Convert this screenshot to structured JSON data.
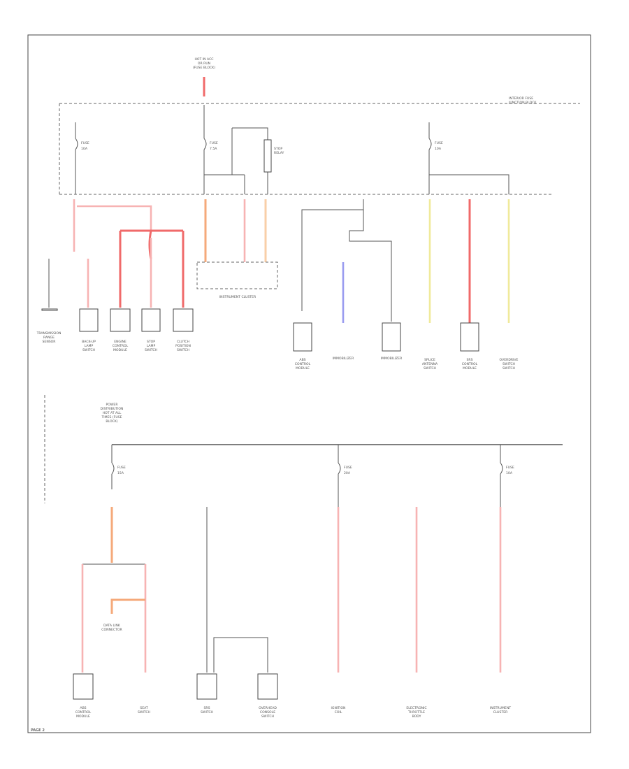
{
  "hot_splice_text": [
    "HOT IN ACC",
    "OR RUN",
    "(FUSE BLOCK)",
    "INTERIOR FUSE",
    "JUNCTION BLOCK"
  ],
  "fuse_top_left": [
    "FUSE",
    "10A"
  ],
  "fuse_top_mid": [
    "FUSE",
    "7.5A"
  ],
  "fuse_top_right": [
    "FUSE",
    "10A"
  ],
  "fuse_lower_left": [
    "FUSE",
    "15A"
  ],
  "fuse_lower_mid": [
    "FUSE",
    "20A"
  ],
  "fuse_lower_right": [
    "FUSE",
    "10A"
  ],
  "relay_text": [
    "STOP",
    "RELAY"
  ],
  "top_components": [
    [
      "TRANSMISSION",
      "RANGE",
      "SENSOR"
    ],
    [
      "BACK-UP",
      "LAMP",
      "SWITCH"
    ],
    [
      "ENGINE",
      "CONTROL",
      "MODULE"
    ],
    [
      "STOP",
      "LAMP",
      "SWITCH"
    ],
    [
      "CLUTCH",
      "POSITION",
      "SWITCH"
    ]
  ],
  "top_right_components": [
    [
      "ABS",
      "CONTROL",
      "MODULE"
    ],
    [
      "IMMOBILIZER"
    ],
    [
      "IMMOBILIZER"
    ],
    [
      "SPLICE",
      "ANTENNA",
      "SWITCH"
    ],
    [
      "SRS",
      "CONTROL",
      "MODULE"
    ],
    [
      "OVERDRIVE",
      "SWITCH",
      "SWITCH"
    ]
  ],
  "cluster_label": "INSTRUMENT CLUSTER",
  "lower_source_text": [
    "POWER",
    "DISTRIBUTION",
    "HOT AT ALL",
    "TIMES (FUSE",
    "BLOCK)"
  ],
  "lower_components": [
    [
      "ABS",
      "CONTROL",
      "MODULE"
    ],
    [
      "SEAT",
      "SWITCH"
    ],
    [
      "SRS",
      "SWITCH"
    ],
    [
      "OVERHEAD",
      "CONSOLE",
      "SWITCH"
    ],
    [
      "IGNITION",
      "COIL"
    ],
    [
      "ELECTRONIC",
      "THROTTLE",
      "BODY"
    ],
    [
      "INSTRUMENT",
      "CLUSTER"
    ]
  ],
  "splice_text": [
    "DATA LINK",
    "CONNECTOR"
  ],
  "corner_tag": "PAGE 2"
}
